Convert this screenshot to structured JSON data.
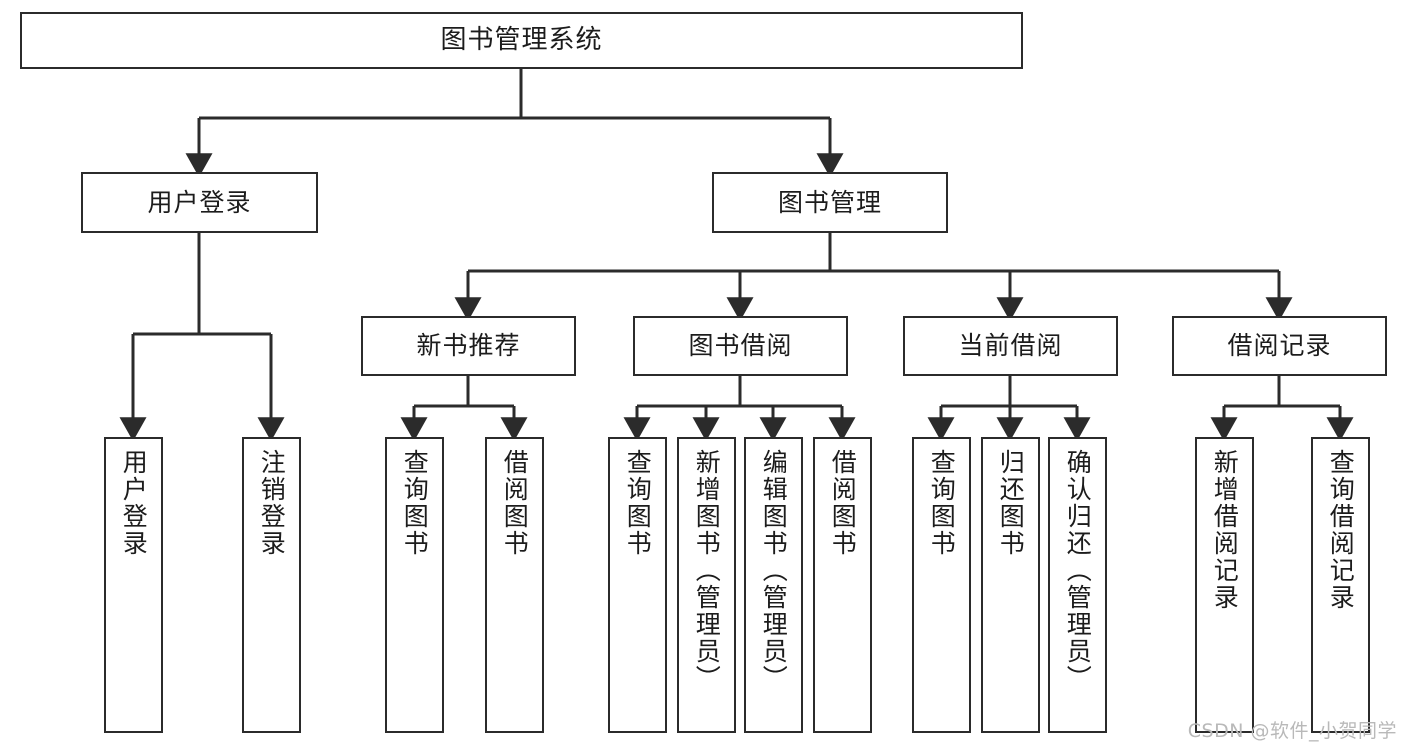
{
  "diagram": {
    "title": "图书管理系统",
    "type": "hierarchy-tree",
    "watermark": "CSDN @软件_小贺同学",
    "colors": {
      "stroke": "#2b2b2b",
      "fill": "#ffffff",
      "text": "#1c1c1c",
      "watermark": "#b9b9b9"
    },
    "root": {
      "label": "图书管理系统"
    },
    "level2": [
      {
        "id": "user-login",
        "label": "用户登录"
      },
      {
        "id": "book-manage",
        "label": "图书管理"
      }
    ],
    "level3": [
      {
        "id": "new-book-rec",
        "label": "新书推荐",
        "parent": "book-manage"
      },
      {
        "id": "book-borrow",
        "label": "图书借阅",
        "parent": "book-manage"
      },
      {
        "id": "current-borrow",
        "label": "当前借阅",
        "parent": "book-manage"
      },
      {
        "id": "borrow-record",
        "label": "借阅记录",
        "parent": "book-manage"
      }
    ],
    "leaves": [
      {
        "id": "leaf-1",
        "label": "用户登录",
        "parent": "user-login"
      },
      {
        "id": "leaf-2",
        "label": "注销登录",
        "parent": "user-login"
      },
      {
        "id": "leaf-3",
        "label": "查询图书",
        "parent": "new-book-rec"
      },
      {
        "id": "leaf-4",
        "label": "借阅图书",
        "parent": "new-book-rec"
      },
      {
        "id": "leaf-5",
        "label": "查询图书",
        "parent": "book-borrow"
      },
      {
        "id": "leaf-6",
        "label": "新增图书（管理员）",
        "parent": "book-borrow"
      },
      {
        "id": "leaf-7",
        "label": "编辑图书（管理员）",
        "parent": "book-borrow"
      },
      {
        "id": "leaf-8",
        "label": "借阅图书",
        "parent": "book-borrow"
      },
      {
        "id": "leaf-9",
        "label": "查询图书",
        "parent": "current-borrow"
      },
      {
        "id": "leaf-10",
        "label": "归还图书",
        "parent": "current-borrow"
      },
      {
        "id": "leaf-11",
        "label": "确认归还（管理员）",
        "parent": "current-borrow"
      },
      {
        "id": "leaf-12",
        "label": "新增借阅记录",
        "parent": "borrow-record"
      },
      {
        "id": "leaf-13",
        "label": "查询借阅记录",
        "parent": "borrow-record"
      }
    ]
  }
}
